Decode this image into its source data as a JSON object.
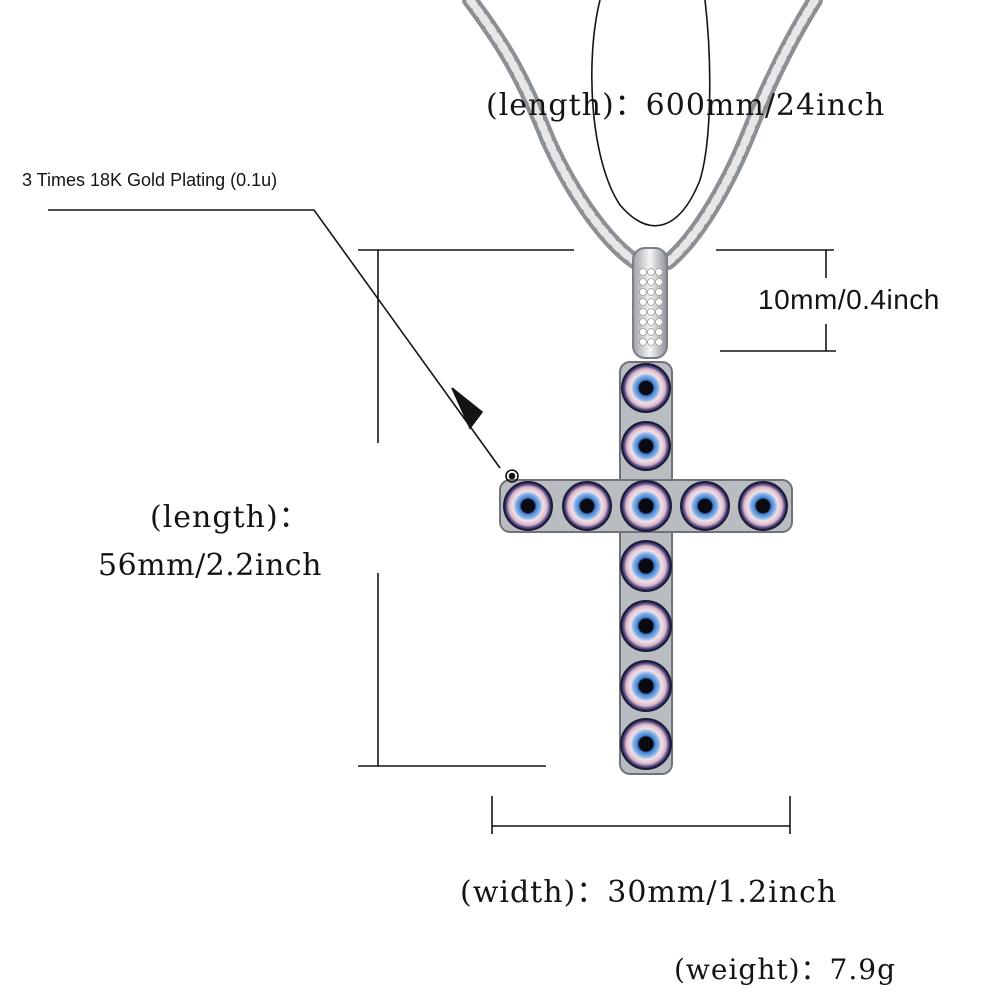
{
  "specs": {
    "chain_length": "(length)：600mm/24inch",
    "plating": "3 Times 18K Gold Plating (0.1u)",
    "bail_size": "10mm/0.4inch",
    "pendant_length_caption": "(length)：",
    "pendant_length_value": "56mm/2.2inch",
    "width": "(width)：30mm/1.2inch",
    "weight": "(weight)：7.9g"
  },
  "colors": {
    "metal": "#d9dbde",
    "metal_dark": "#8a8d92",
    "stone_dark": "#2a2650",
    "stone_blue": "#5b8fd0",
    "stone_pink": "#e8c9d4",
    "pupil": "#0a0a12",
    "line": "#141414"
  }
}
